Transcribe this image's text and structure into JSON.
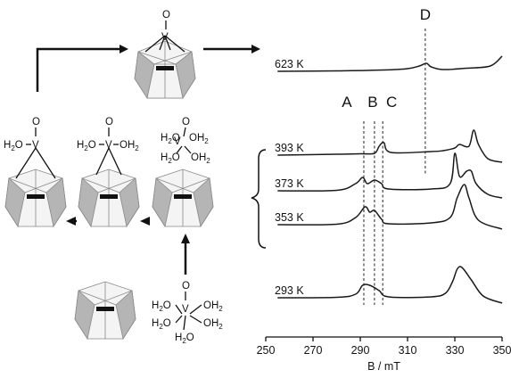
{
  "temperatures": [
    "623 K",
    "393 K",
    "373 K",
    "353 K",
    "293 K"
  ],
  "peak_labels": [
    "A",
    "B",
    "C",
    "D"
  ],
  "species": {
    "h2o": "H",
    "h2o_sub": "2",
    "o": "O",
    "oh": "OH",
    "oh_sub": "2",
    "v": "V"
  },
  "chart_data": {
    "type": "line",
    "xlabel": "B / mT",
    "xlim": [
      250,
      350
    ],
    "x_ticks": [
      "250",
      "270",
      "290",
      "310",
      "330",
      "350"
    ],
    "series": [
      {
        "name": "623 K",
        "x": [
          255,
          280,
          300,
          310,
          315,
          318,
          320,
          325,
          335,
          345,
          350
        ],
        "y": [
          0,
          0.5,
          1.5,
          3,
          6,
          9,
          5,
          2,
          3.5,
          6,
          17
        ]
      },
      {
        "name": "393 K",
        "x": [
          255,
          280,
          290,
          296,
          298,
          300,
          303,
          320,
          325,
          330,
          332,
          336,
          338,
          340,
          344,
          350
        ],
        "y": [
          0,
          1,
          1.5,
          2,
          10,
          14,
          3,
          4,
          5,
          8,
          12,
          10,
          28,
          12,
          -4,
          -8
        ]
      },
      {
        "name": "373 K",
        "x": [
          255,
          280,
          288,
          291,
          293,
          296,
          299,
          302,
          320,
          328,
          330,
          332,
          335,
          337,
          339,
          344,
          350
        ],
        "y": [
          0,
          0.5,
          8,
          15,
          8,
          12,
          8,
          2,
          2,
          8,
          42,
          16,
          22,
          22,
          8,
          -4,
          -8
        ]
      },
      {
        "name": "353 K",
        "x": [
          255,
          280,
          288,
          292,
          294,
          296,
          299,
          302,
          320,
          328,
          331,
          334,
          336,
          340,
          350
        ],
        "y": [
          0,
          0.5,
          8,
          20,
          14,
          16,
          6,
          1,
          2,
          8,
          30,
          45,
          30,
          5,
          -5
        ]
      },
      {
        "name": "293 K",
        "x": [
          255,
          280,
          288,
          291,
          294,
          298,
          302,
          320,
          326,
          329,
          331,
          333,
          337,
          342,
          350
        ],
        "y": [
          0,
          0.5,
          4,
          14,
          14,
          8,
          1,
          1,
          5,
          18,
          32,
          34,
          20,
          2,
          -6
        ]
      }
    ],
    "peak_positions": [
      291.5,
      296,
      299.5,
      317.5
    ]
  }
}
